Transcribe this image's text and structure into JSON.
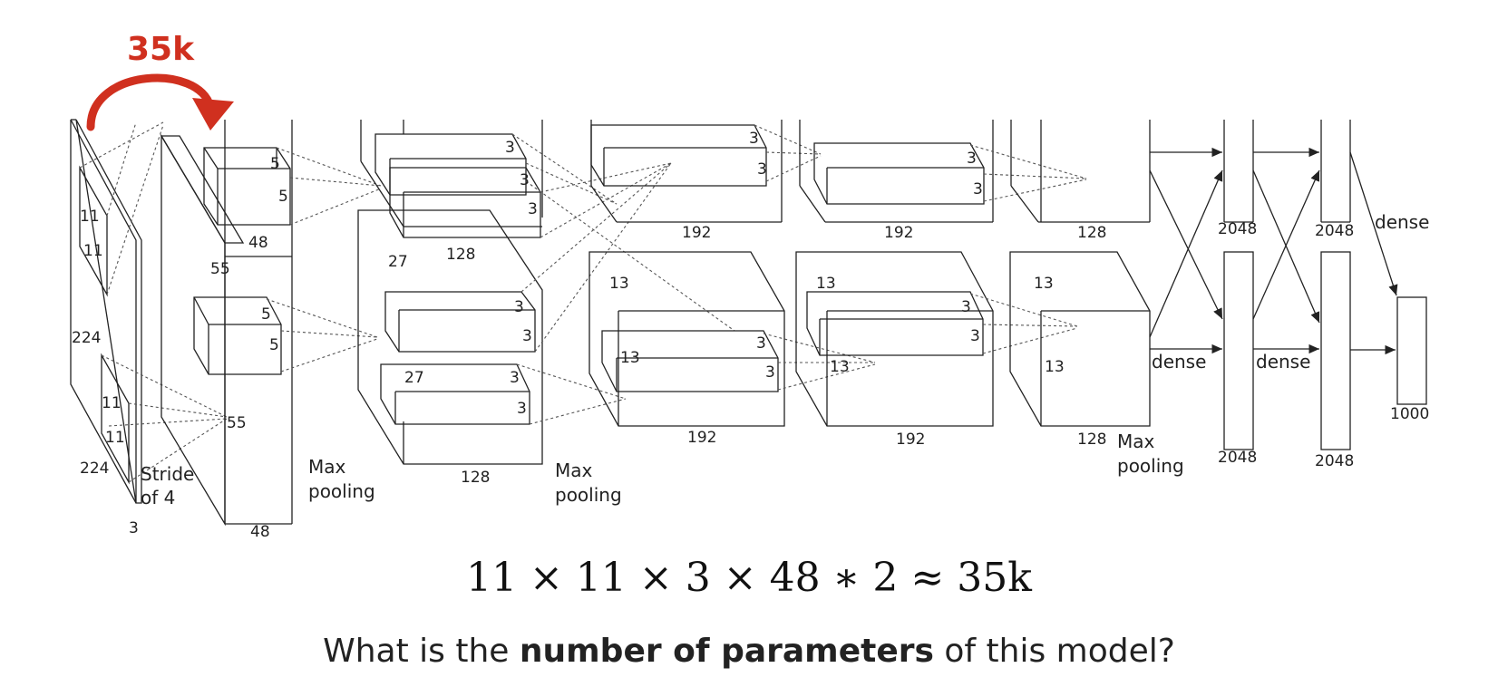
{
  "annotation": {
    "text": "35k",
    "color": "#d0301f"
  },
  "input": {
    "size_v": "224",
    "size_h": "224",
    "depth": "3",
    "kernel_a": "11",
    "kernel_b": "11",
    "kernel_c": "11",
    "kernel_d": "11",
    "stride": [
      "Stride",
      "of 4"
    ]
  },
  "conv1": {
    "size": "55",
    "size_b": "55",
    "depth": "48",
    "depth_b": "48",
    "k1": "5",
    "k2": "5",
    "k3": "5",
    "k4": "5"
  },
  "pool1": {
    "label": [
      "Max",
      "pooling"
    ]
  },
  "conv2": {
    "size": "27",
    "size_b": "27",
    "depth": "128",
    "depth_b": "128",
    "k": [
      "3",
      "3",
      "3",
      "3",
      "3",
      "3"
    ]
  },
  "pool2": {
    "label": [
      "Max",
      "pooling"
    ]
  },
  "conv3": {
    "size": "13",
    "size_b": "13",
    "depth": "192",
    "depth_b": "192",
    "k": [
      "3",
      "3",
      "3",
      "3"
    ]
  },
  "conv4": {
    "size": "13",
    "size_b": "13",
    "depth": "192",
    "depth_b": "192",
    "k": [
      "3",
      "3",
      "3",
      "3"
    ]
  },
  "conv5": {
    "size": "13",
    "size_b": "13",
    "depth": "128",
    "depth_b": "128"
  },
  "pool3": {
    "label": [
      "Max",
      "pooling"
    ]
  },
  "fc": {
    "fc6_top": "2048",
    "fc6_bot": "2048",
    "fc7_top": "2048",
    "fc7_bot": "2048",
    "out": "1000",
    "dense1": "dense",
    "dense2": "dense",
    "dense3": "dense"
  },
  "formula": "11 × 11 × 3 × 48 ∗ 2 ≈ 35k",
  "question": {
    "pre": "What is the ",
    "bold": "number of parameters",
    "post": " of this model?"
  }
}
